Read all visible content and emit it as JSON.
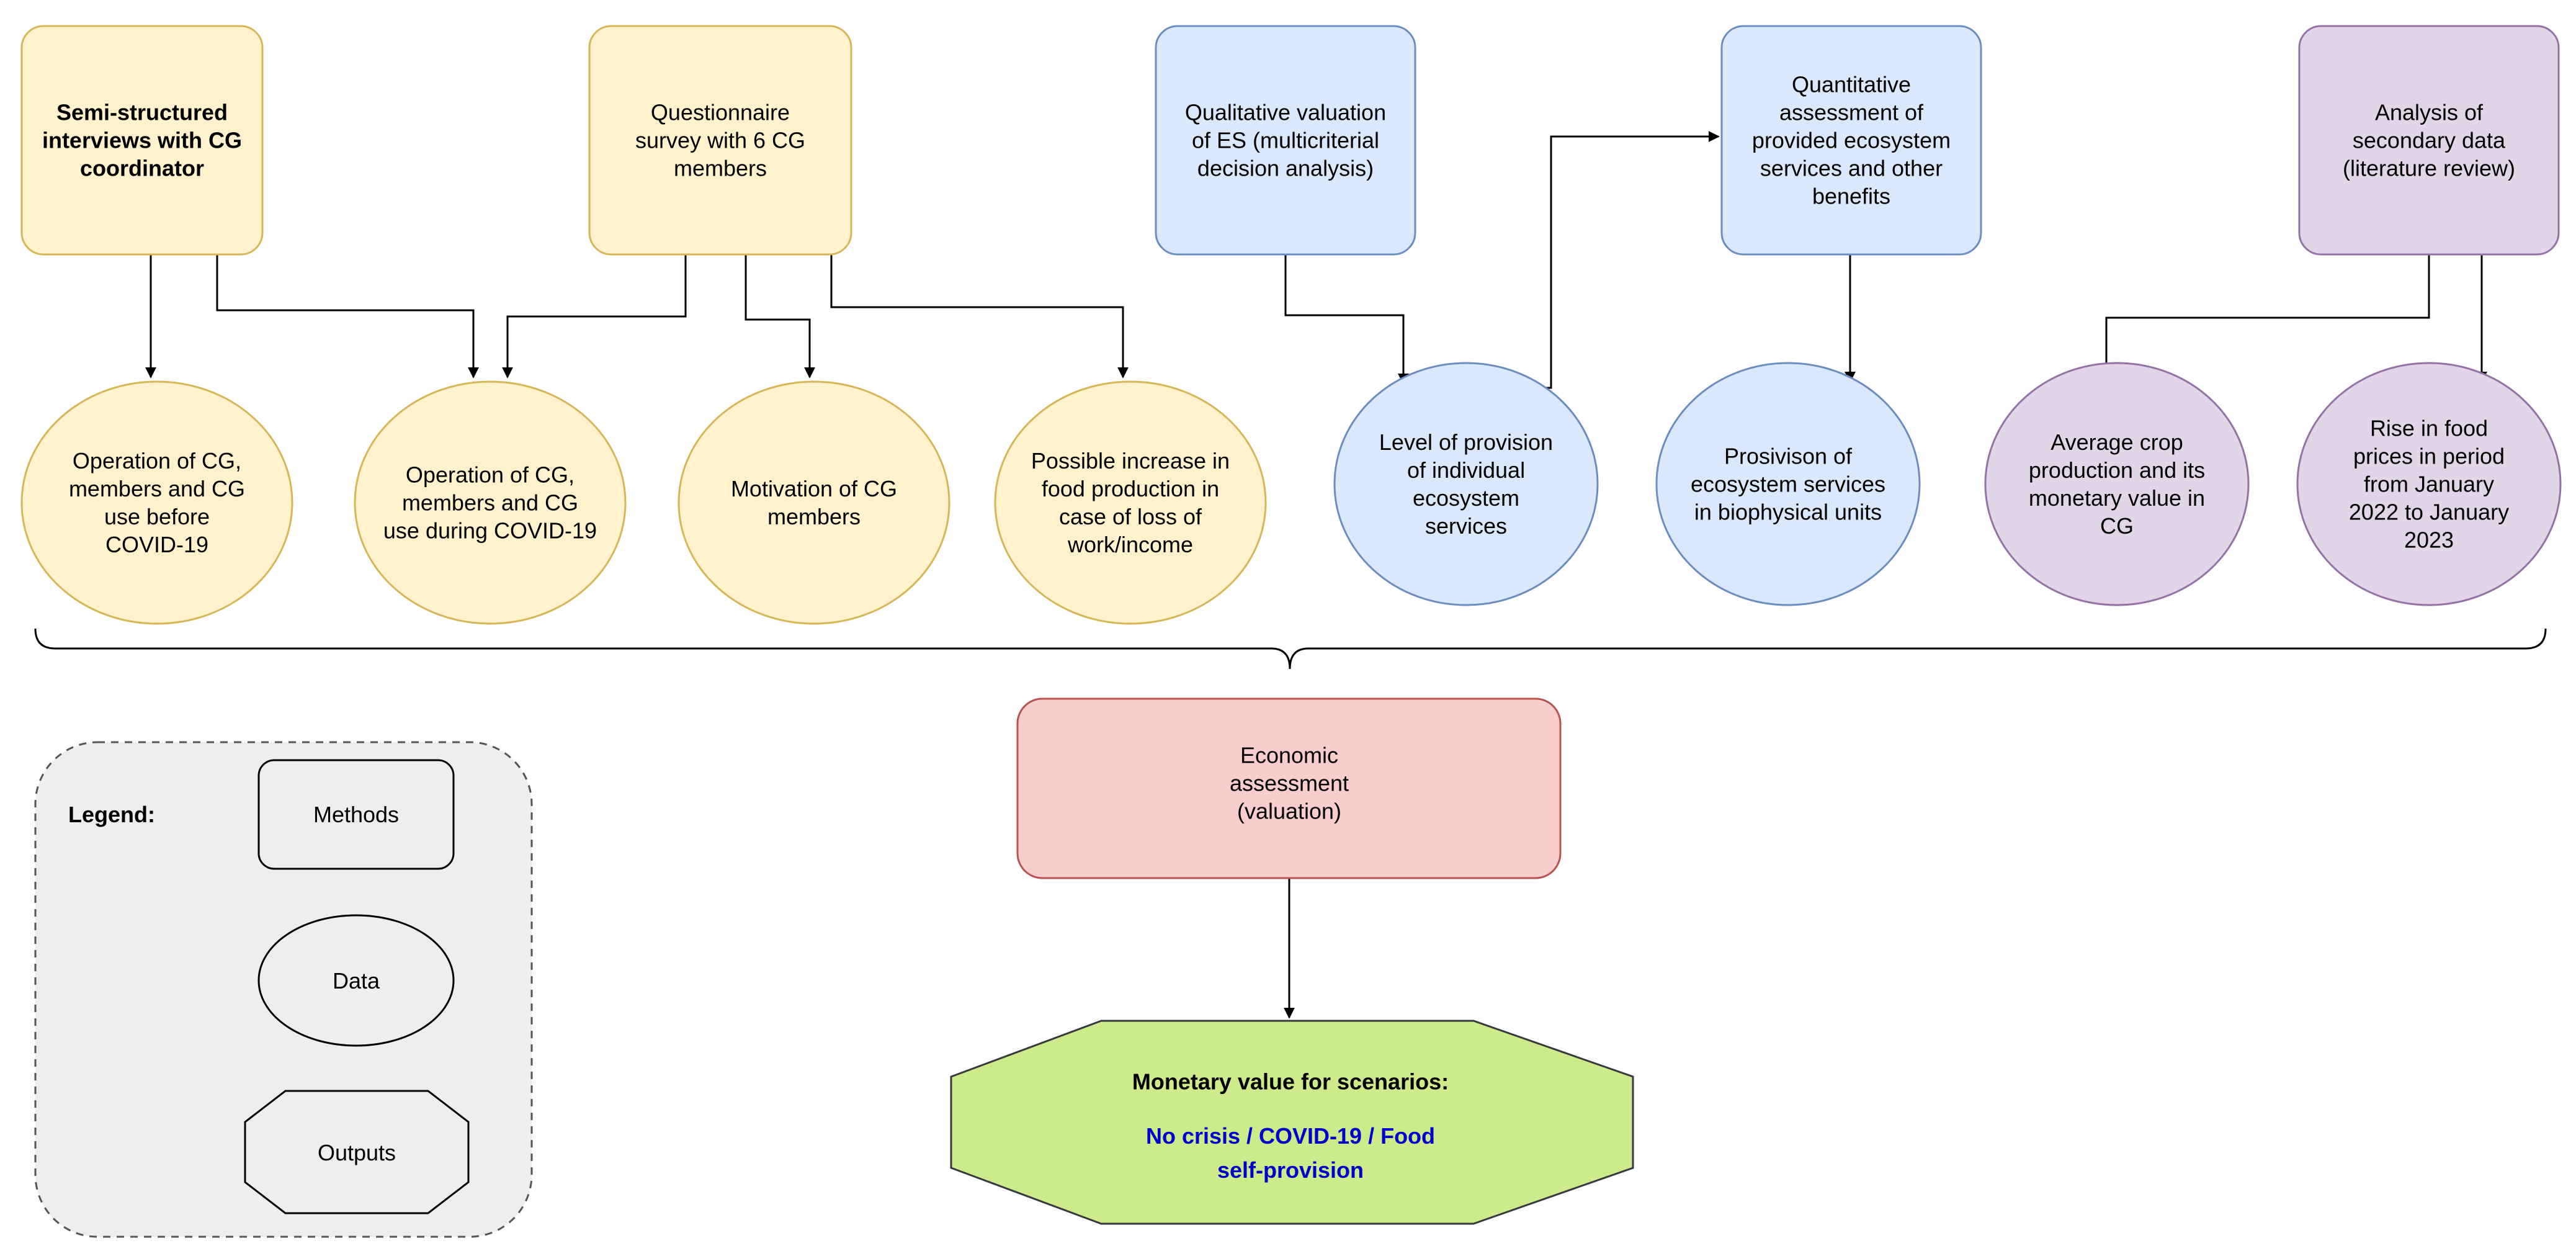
{
  "colors": {
    "yellow_fill": "#FFF2CC",
    "yellow_stroke": "#D6B656",
    "blue_fill": "#DAE8FC",
    "blue_stroke": "#6C8EBF",
    "purple_fill": "#E1D5E7",
    "purple_stroke": "#9673A6",
    "red_fill": "#F8CECC",
    "red_stroke": "#B85450",
    "green_fill": "#CDEB8B",
    "green_stroke": "#36393D",
    "link_blue": "#0000CC",
    "legend_fill": "#EEEEEE"
  },
  "methods": {
    "semi_structured": "Semi-structured interviews with CG coordinator",
    "questionnaire": "Questionnaire survey with 6 CG members",
    "qualitative": "Qualitative valuation of ES (multicriterial decision analysis)",
    "quantitative": "Quantitative assessment of provided ecosystem services and other benefits",
    "secondary": "Analysis of secondary data (literature review)",
    "economic": "Economic assessment (valuation)"
  },
  "data_nodes": {
    "before_covid": "Operation of CG, members and CG use before COVID-19",
    "during_covid": "Operation of CG, members and CG use during COVID-19",
    "motivation": "Motivation of CG members",
    "food_increase": "Possible increase in food production in case of loss of work/income",
    "level_provision": "Level of provision of individual ecosystem services",
    "provision_units": "Prosivison of ecosystem services in biophysical units",
    "avg_crop": "Average crop production and its monetary value in CG",
    "food_prices": "Rise in food prices in period from January 2022 to January 2023"
  },
  "output": {
    "title": "Monetary value for scenarios:",
    "scenarios": "No crisis / COVID-19 / Food self-provision"
  },
  "legend": {
    "title": "Legend:",
    "methods": "Methods",
    "data": "Data",
    "outputs": "Outputs"
  }
}
